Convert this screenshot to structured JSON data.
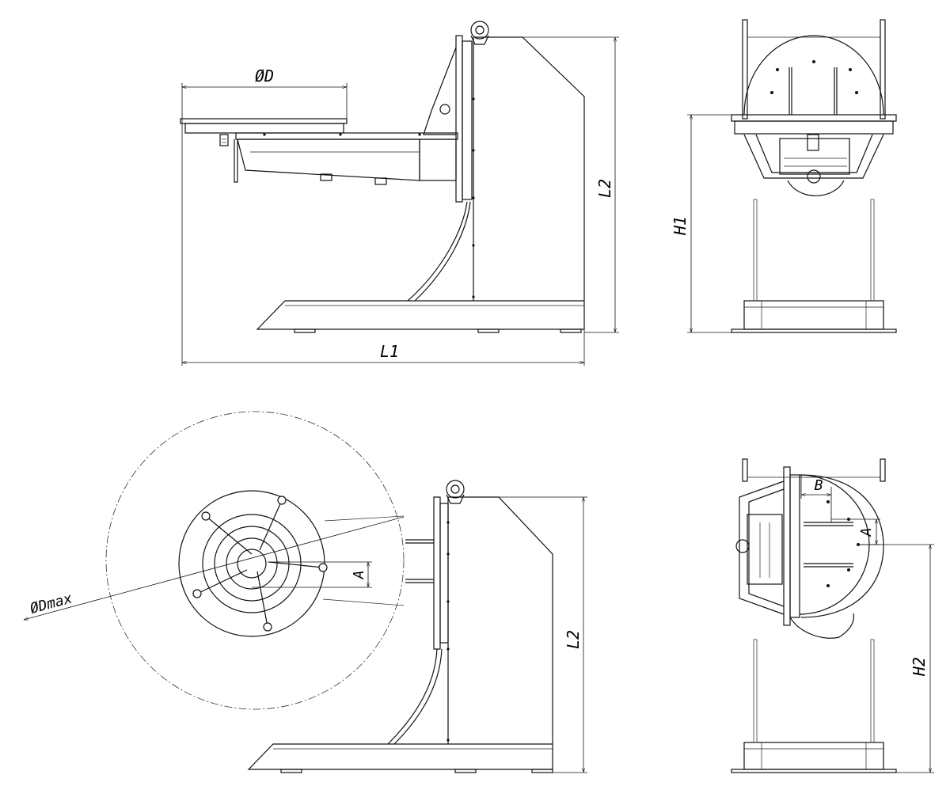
{
  "labels": {
    "dia_d": "ØD",
    "l1": "L1",
    "l2_top": "L2",
    "h1": "H1",
    "dia_dmax": "ØDmax",
    "a_plan": "A",
    "l2_bottom": "L2",
    "b": "B",
    "a_side": "A",
    "h2": "H2"
  },
  "colors": {
    "line": "#111111",
    "background": "#ffffff"
  }
}
